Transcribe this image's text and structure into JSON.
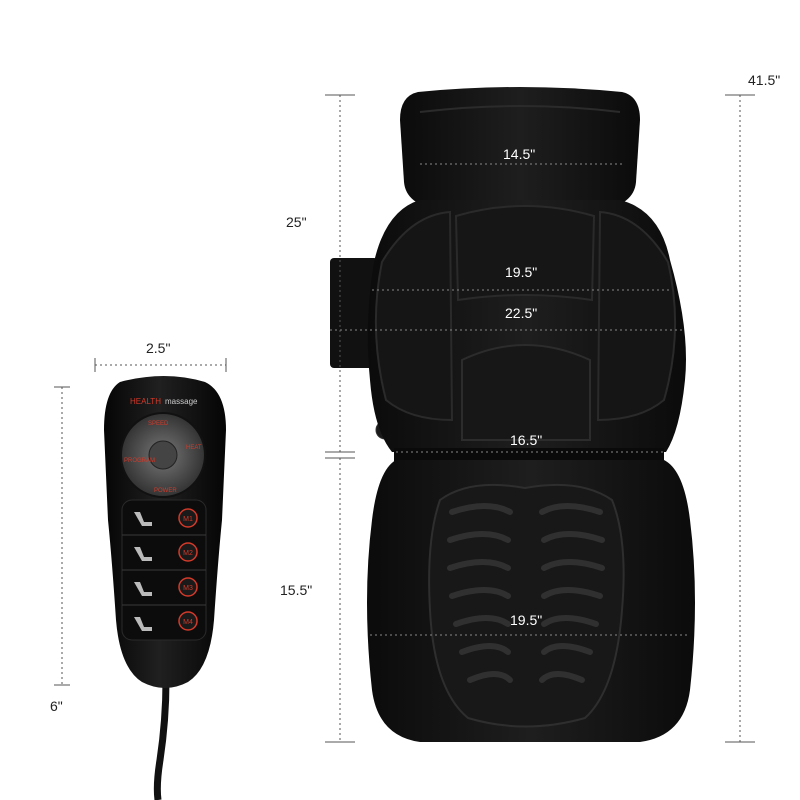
{
  "remote": {
    "brand_health": "HEALTH",
    "brand_massage": "massage",
    "dial_labels": {
      "speed": "SPEED",
      "program": "PROGRAM",
      "heat": "HEAT",
      "power": "POWER"
    },
    "mode_buttons": [
      {
        "label": "M1"
      },
      {
        "label": "M2"
      },
      {
        "label": "M3"
      },
      {
        "label": "M4"
      }
    ]
  },
  "dimensions": {
    "remote_width": "2.5\"",
    "remote_height": "6\"",
    "upper_height": "25\"",
    "lower_height": "15.5\"",
    "total_height": "41.5\"",
    "head_width": "14.5\"",
    "upper_back_width": "19.5\"",
    "back_width": "22.5\"",
    "seat_joint_width": "16.5\"",
    "seat_width": "19.5\""
  },
  "colors": {
    "product_black": "#141414",
    "panel_dark": "#0c0c0c",
    "accent_red": "#d23a2a",
    "dimension_line": "#555555"
  }
}
